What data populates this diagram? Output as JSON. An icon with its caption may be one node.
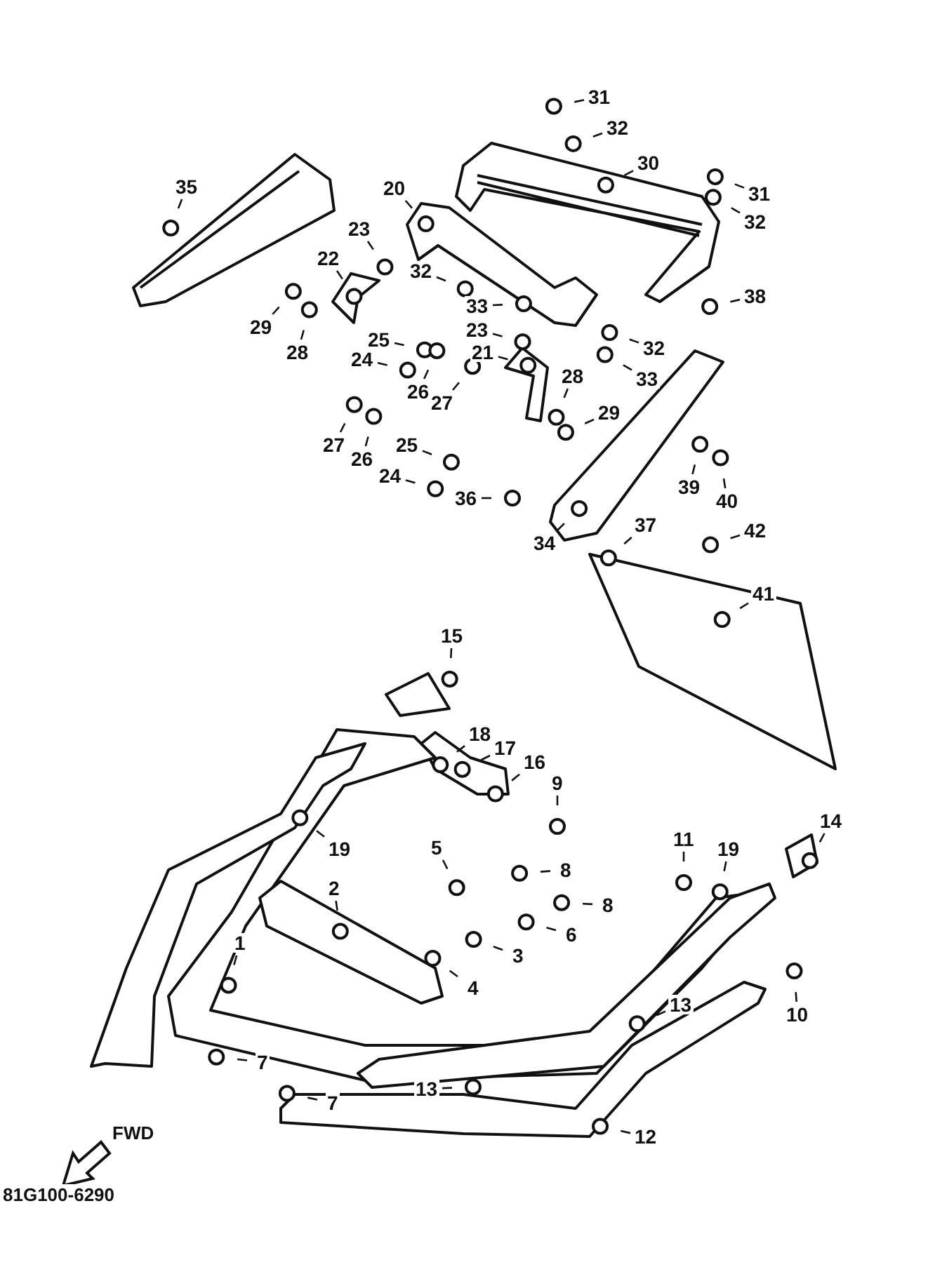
{
  "diagram": {
    "nodes": [
      {
        "text": [
          "31"
        ]
      },
      {
        "text": [
          "32"
        ]
      },
      {
        "text": [
          "30"
        ]
      },
      {
        "text": [
          "35"
        ]
      },
      {
        "text": [
          "20"
        ]
      },
      {
        "text": [
          "31"
        ]
      },
      {
        "text": [
          "32"
        ]
      },
      {
        "text": [
          "23"
        ]
      },
      {
        "text": [
          "22"
        ]
      },
      {
        "text": [
          "32"
        ]
      },
      {
        "text": [
          "33"
        ]
      },
      {
        "text": [
          "38"
        ]
      },
      {
        "text": [
          "29"
        ]
      },
      {
        "text": [
          "28"
        ]
      },
      {
        "text": [
          "23"
        ]
      },
      {
        "text": [
          "32"
        ]
      },
      {
        "text": [
          "25"
        ]
      },
      {
        "text": [
          "24"
        ]
      },
      {
        "text": [
          "26"
        ]
      },
      {
        "text": [
          "27"
        ]
      },
      {
        "text": [
          "21"
        ]
      },
      {
        "text": [
          "33"
        ]
      },
      {
        "text": [
          "28"
        ]
      },
      {
        "text": [
          "29"
        ]
      },
      {
        "text": [
          "27"
        ]
      },
      {
        "text": [
          "26"
        ]
      },
      {
        "text": [
          "25"
        ]
      },
      {
        "text": [
          "24"
        ]
      },
      {
        "text": [
          "36"
        ]
      },
      {
        "text": [
          "39"
        ]
      },
      {
        "text": [
          "40"
        ]
      },
      {
        "text": [
          "34"
        ]
      },
      {
        "text": [
          "37"
        ]
      },
      {
        "text": [
          "42"
        ]
      },
      {
        "text": [
          "41"
        ]
      },
      {
        "text": [
          "15"
        ]
      },
      {
        "text": [
          "18"
        ]
      },
      {
        "text": [
          "17"
        ]
      },
      {
        "text": [
          "16"
        ]
      },
      {
        "text": [
          "9"
        ]
      },
      {
        "text": [
          "19"
        ]
      },
      {
        "text": [
          "5"
        ]
      },
      {
        "text": [
          "8"
        ]
      },
      {
        "text": [
          "2"
        ]
      },
      {
        "text": [
          "8"
        ]
      },
      {
        "text": [
          "11"
        ]
      },
      {
        "text": [
          "19"
        ]
      },
      {
        "text": [
          "14"
        ]
      },
      {
        "text": [
          "3"
        ]
      },
      {
        "text": [
          "6"
        ]
      },
      {
        "text": [
          "1"
        ]
      },
      {
        "text": [
          "4"
        ]
      },
      {
        "text": [
          "10"
        ]
      },
      {
        "text": [
          "13"
        ]
      },
      {
        "text": [
          "7"
        ]
      },
      {
        "text": [
          "7"
        ]
      },
      {
        "text": [
          "13"
        ]
      },
      {
        "text": [
          "12"
        ]
      }
    ],
    "edges": [
      {
        "from": 0,
        "to": null,
        "arrow": "none"
      },
      {
        "from": 1,
        "to": null,
        "arrow": "none"
      },
      {
        "from": 2,
        "to": null,
        "arrow": "none"
      },
      {
        "from": 3,
        "to": null,
        "arrow": "none"
      },
      {
        "from": 4,
        "to": null,
        "arrow": "none"
      },
      {
        "from": 5,
        "to": null,
        "arrow": "none"
      },
      {
        "from": 6,
        "to": null,
        "arrow": "none"
      },
      {
        "from": 7,
        "to": null,
        "arrow": "none"
      },
      {
        "from": 8,
        "to": null,
        "arrow": "none"
      },
      {
        "from": 9,
        "to": null,
        "arrow": "none"
      },
      {
        "from": 10,
        "to": null,
        "arrow": "none"
      },
      {
        "from": 11,
        "to": null,
        "arrow": "none"
      },
      {
        "from": 12,
        "to": null,
        "arrow": "none"
      },
      {
        "from": 13,
        "to": null,
        "arrow": "none"
      },
      {
        "from": 14,
        "to": null,
        "arrow": "none"
      },
      {
        "from": 15,
        "to": null,
        "arrow": "none"
      },
      {
        "from": 16,
        "to": null,
        "arrow": "none"
      },
      {
        "from": 17,
        "to": null,
        "arrow": "none"
      },
      {
        "from": 18,
        "to": null,
        "arrow": "none"
      },
      {
        "from": 19,
        "to": null,
        "arrow": "none"
      },
      {
        "from": 20,
        "to": null,
        "arrow": "none"
      },
      {
        "from": 21,
        "to": null,
        "arrow": "none"
      },
      {
        "from": 22,
        "to": null,
        "arrow": "none"
      },
      {
        "from": 23,
        "to": null,
        "arrow": "none"
      },
      {
        "from": 24,
        "to": null,
        "arrow": "none"
      },
      {
        "from": 25,
        "to": null,
        "arrow": "none"
      },
      {
        "from": 26,
        "to": null,
        "arrow": "none"
      },
      {
        "from": 27,
        "to": null,
        "arrow": "none"
      },
      {
        "from": 28,
        "to": null,
        "arrow": "none"
      },
      {
        "from": 29,
        "to": null,
        "arrow": "none"
      },
      {
        "from": 30,
        "to": null,
        "arrow": "none"
      },
      {
        "from": 31,
        "to": null,
        "arrow": "none"
      },
      {
        "from": 32,
        "to": null,
        "arrow": "none"
      },
      {
        "from": 33,
        "to": null,
        "arrow": "none"
      },
      {
        "from": 34,
        "to": null,
        "arrow": "none"
      },
      {
        "from": 35,
        "to": null,
        "arrow": "none"
      },
      {
        "from": 36,
        "to": null,
        "arrow": "none"
      },
      {
        "from": 37,
        "to": null,
        "arrow": "none"
      },
      {
        "from": 38,
        "to": null,
        "arrow": "none"
      },
      {
        "from": 39,
        "to": null,
        "arrow": "none"
      },
      {
        "from": 40,
        "to": null,
        "arrow": "none"
      },
      {
        "from": 41,
        "to": null,
        "arrow": "none"
      },
      {
        "from": 42,
        "to": null,
        "arrow": "none"
      },
      {
        "from": 43,
        "to": null,
        "arrow": "none"
      },
      {
        "from": 44,
        "to": null,
        "arrow": "none"
      },
      {
        "from": 45,
        "to": null,
        "arrow": "none"
      },
      {
        "from": 46,
        "to": null,
        "arrow": "none"
      },
      {
        "from": 47,
        "to": null,
        "arrow": "none"
      },
      {
        "from": 48,
        "to": null,
        "arrow": "none"
      },
      {
        "from": 49,
        "to": null,
        "arrow": "none"
      },
      {
        "from": 50,
        "to": null,
        "arrow": "none"
      },
      {
        "from": 51,
        "to": null,
        "arrow": "none"
      },
      {
        "from": 52,
        "to": null,
        "arrow": "none"
      },
      {
        "from": 53,
        "to": null,
        "arrow": "none"
      },
      {
        "from": 54,
        "to": null,
        "arrow": "none"
      },
      {
        "from": 55,
        "to": null,
        "arrow": "none"
      },
      {
        "from": 56,
        "to": null,
        "arrow": "none"
      },
      {
        "from": 57,
        "to": null,
        "arrow": "none"
      }
    ],
    "labels": [
      "FWD",
      "81G100-6290"
    ]
  }
}
